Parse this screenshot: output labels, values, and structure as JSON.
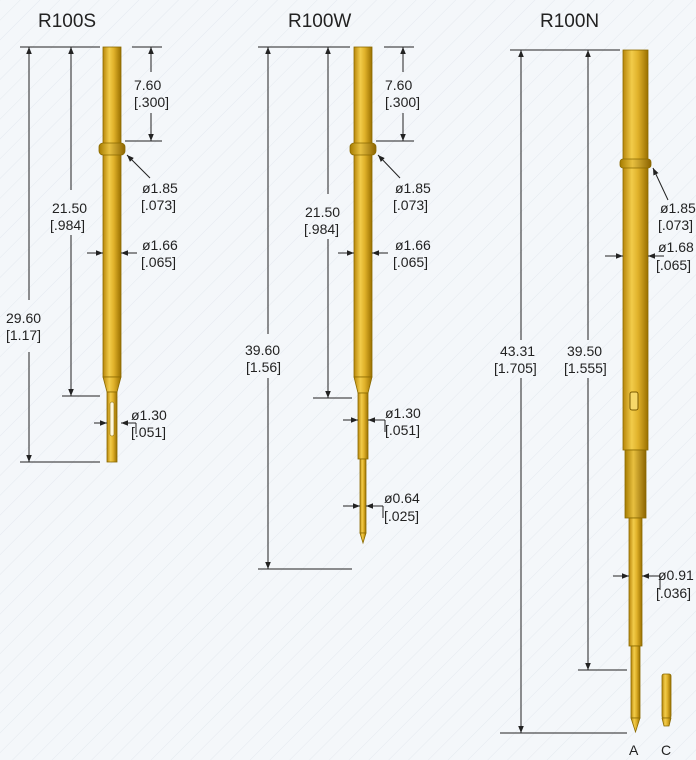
{
  "probes": [
    {
      "title": "R100S",
      "dims": {
        "top_mm": "7.60",
        "top_in": "[.300]",
        "ring_mm": "ø1.85",
        "ring_in": "[.073]",
        "mid_mm": "21.50",
        "mid_in": "[.984]",
        "body_mm": "ø1.66",
        "body_in": "[.065]",
        "total_mm": "29.60",
        "total_in": "[1.17]",
        "tip_mm": "ø1.30",
        "tip_in": "[.051]"
      }
    },
    {
      "title": "R100W",
      "dims": {
        "top_mm": "7.60",
        "top_in": "[.300]",
        "ring_mm": "ø1.85",
        "ring_in": "[.073]",
        "mid_mm": "21.50",
        "mid_in": "[.984]",
        "body_mm": "ø1.66",
        "body_in": "[.065]",
        "total_mm": "39.60",
        "total_in": "[1.56]",
        "tip_mm": "ø1.30",
        "tip_in": "[.051]",
        "pin_mm": "ø0.64",
        "pin_in": "[.025]"
      }
    },
    {
      "title": "R100N",
      "dims": {
        "ring_mm": "ø1.85",
        "ring_in": "[.073]",
        "body_mm": "ø1.68",
        "body_in": "[.065]",
        "total_mm": "43.31",
        "total_in": "[1.705]",
        "mid_mm": "39.50",
        "mid_in": "[1.555]",
        "pin_mm": "ø0.91",
        "pin_in": "[.036]"
      },
      "variants": [
        "A",
        "C"
      ]
    }
  ]
}
